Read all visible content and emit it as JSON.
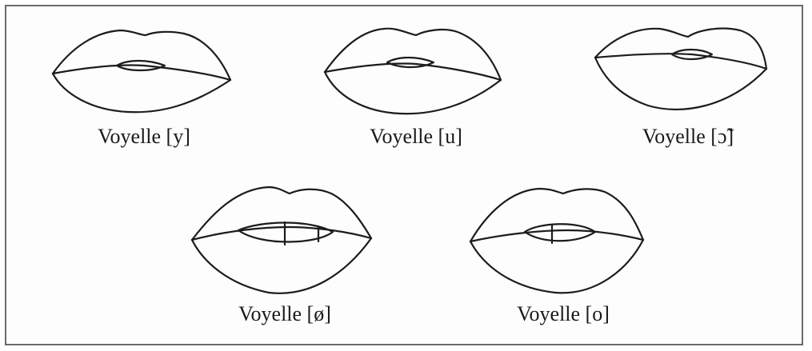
{
  "labels": {
    "y": "Voyelle [y]",
    "u": "Voyelle [u]",
    "o_nasal": "Voyelle  [ɔ̃]",
    "oe": "Voyelle [ø]",
    "o": "Voyelle [o]"
  },
  "colors": {
    "stroke": "#1c1c1c",
    "border": "#6a6a6a"
  }
}
